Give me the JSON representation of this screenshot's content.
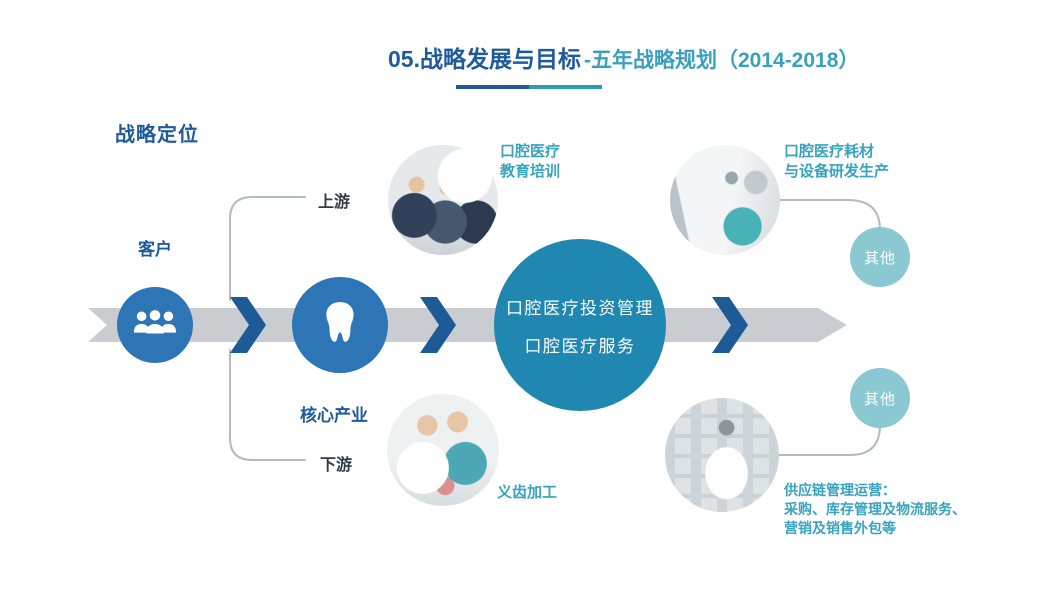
{
  "title": {
    "main": "05.战略发展与目标",
    "sub": "-五年战略规划（2014-2018）"
  },
  "section": {
    "label": "战略定位"
  },
  "flow": {
    "customer": "客户",
    "upstream": "上游",
    "downstream": "下游",
    "core_industry": "核心产业",
    "center_line1": "口腔医疗投资管理",
    "center_line2": "口腔医疗服务"
  },
  "branches": {
    "education": {
      "line1": "口腔医疗",
      "line2": "教育培训"
    },
    "equipment": {
      "line1": "口腔医疗耗材",
      "line2": "与设备研发生产"
    },
    "denture": {
      "label": "义齿加工"
    },
    "supply": {
      "line1": "供应链管理运营：",
      "line2": "采购、库存管理及物流服务、",
      "line3": "营销及销售外包等"
    },
    "other_top": {
      "label": "其他"
    },
    "other_bottom": {
      "label": "其他"
    }
  },
  "icons": {
    "customer": "people-icon",
    "core": "tooth-icon"
  },
  "colors": {
    "dark_blue": "#1F5A9B",
    "teal_text": "#38A3BE",
    "node_blue": "#2E75B6",
    "center_teal": "#1F87B0",
    "light_teal": "#8AC8D2",
    "band_gray": "#C9CDD1",
    "line_gray": "#B4BABF",
    "underline_left": "#1F5A9B",
    "underline_right": "#2D9DB4"
  }
}
